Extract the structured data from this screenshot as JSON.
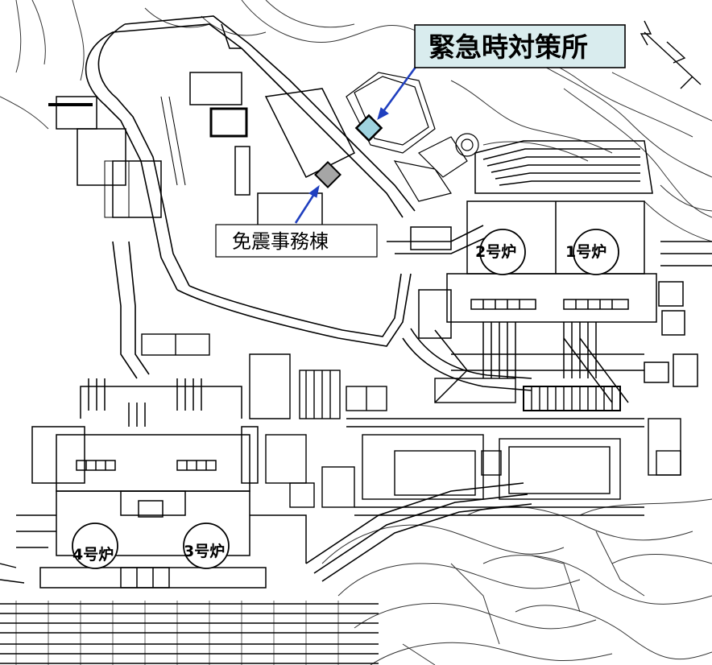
{
  "labels": {
    "emergency_office": "緊急時対策所",
    "seismic_building": "免震事務棟",
    "unit1": "1号炉",
    "unit2": "2号炉",
    "unit3": "3号炉",
    "unit4": "4号炉"
  },
  "colors": {
    "emergency_callout_bg": "#d9ecee",
    "emergency_marker": "#9fd3df",
    "seismic_marker": "#a6a6a6",
    "arrow": "#1f3fbf",
    "line": "#000000"
  },
  "icons": {
    "north_arrow": "north-arrow-icon"
  }
}
